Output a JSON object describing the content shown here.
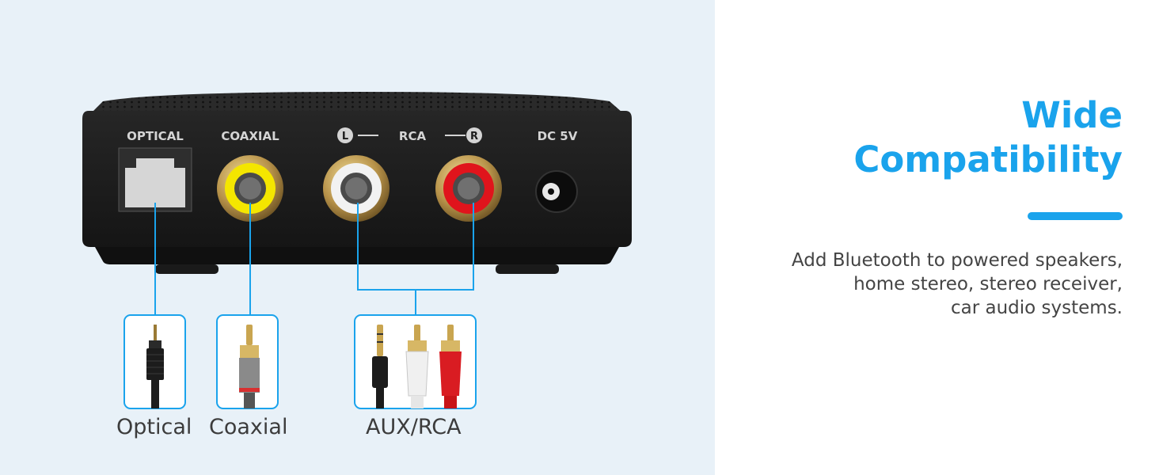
{
  "headline": {
    "line1": "Wide",
    "line2": "Compatibility"
  },
  "description": {
    "line1": "Add Bluetooth to powered speakers,",
    "line2": "home stereo, stereo receiver,",
    "line3": "car audio systems."
  },
  "device": {
    "port_labels": {
      "optical": "OPTICAL",
      "coaxial": "COAXIAL",
      "rca_left": "L",
      "rca": "RCA",
      "rca_right": "R",
      "dc": "DC 5V"
    }
  },
  "captions": {
    "optical": "Optical",
    "coaxial": "Coaxial",
    "aux_rca": "AUX/RCA"
  },
  "colors": {
    "accent": "#1aa3ec",
    "left_background": "#e8f1f8",
    "device_body": "#1c1c1c",
    "coaxial_jack": "#f4e600",
    "rca_left_jack": "#f2f2f2",
    "rca_right_jack": "#e0141c"
  }
}
